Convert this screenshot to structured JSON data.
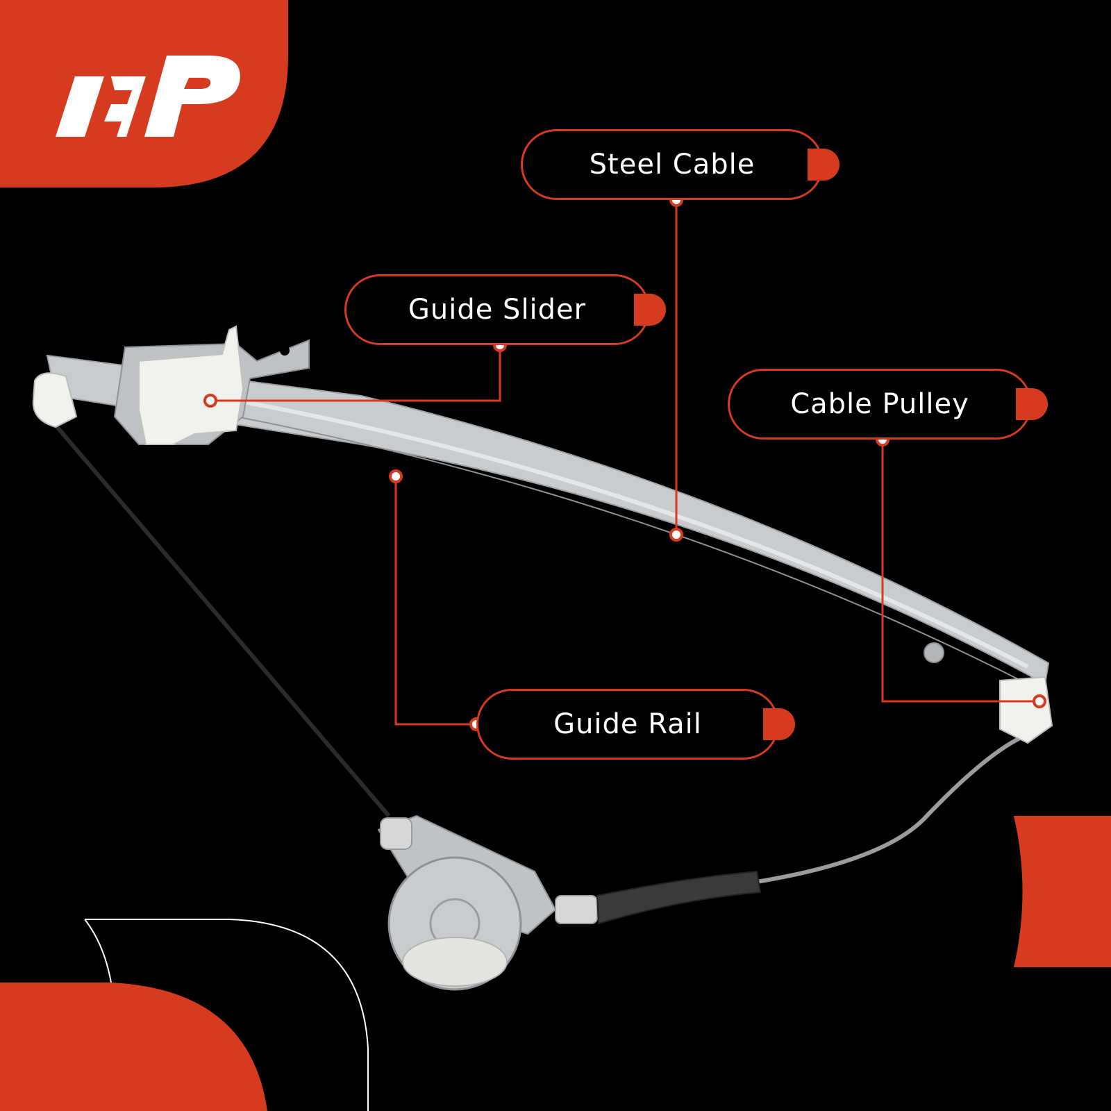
{
  "brand": {
    "logo_text": "AP",
    "accent": "#d63a1f"
  },
  "callouts": [
    {
      "id": "steel-cable",
      "label": "Steel Cable"
    },
    {
      "id": "guide-slider",
      "label": "Guide Slider"
    },
    {
      "id": "cable-pulley",
      "label": "Cable Pulley"
    },
    {
      "id": "guide-rail",
      "label": "Guide Rail"
    }
  ],
  "colors": {
    "background": "#000000",
    "accent": "#d63a1f",
    "metal": "#c9ccce",
    "plastic": "#f1f1ee",
    "cable": "#2a2a2a"
  }
}
